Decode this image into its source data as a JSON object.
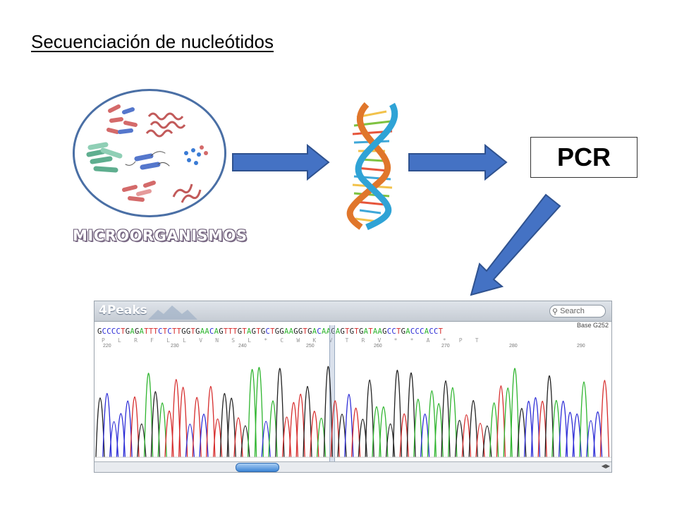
{
  "title": "Secuenciación de nucleótidos",
  "microorganisms_label": "MICROORGANISMOS",
  "pcr_label": "PCR",
  "chromatogram": {
    "app_name": "4Peaks",
    "search_placeholder": "Search",
    "base_label": "Base G252",
    "sequence": "GCCCCTGAGATTTCTCTTGGTGAACAGTTTGTAGTGCTGGAAGGTGACAAGAGTGTGATAAGCCTGACCCACCT",
    "amino_acids": "P L R F L L V N S L * C W K V T R V * * A * P T",
    "positions": [
      "220",
      "230",
      "240",
      "250",
      "260",
      "270",
      "280",
      "290"
    ]
  },
  "colors": {
    "arrow_fill": "#4472c4",
    "arrow_stroke": "#2f528f",
    "circle_border": "#4a6fa5",
    "base_A": "#2fb52f",
    "base_C": "#2b2bd6",
    "base_G": "#222222",
    "base_T": "#d62b2b"
  },
  "icons": [
    "bacteria-cluster-icon",
    "dna-helix-icon",
    "search-icon",
    "mountain-logo-icon"
  ]
}
